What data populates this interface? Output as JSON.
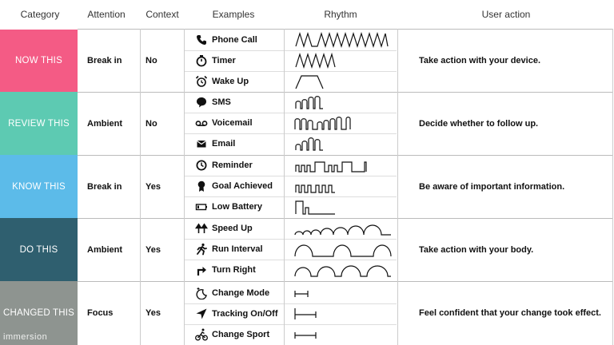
{
  "headers": {
    "category": "Category",
    "attention": "Attention",
    "context": "Context",
    "examples": "Examples",
    "rhythm": "Rhythm",
    "action": "User action"
  },
  "groups": [
    {
      "category": "NOW THIS",
      "color": "#f45b85",
      "attention": "Break in",
      "context": "No",
      "action": "Take action with your device.",
      "items": [
        {
          "label": "Phone Call",
          "icon": "phone-icon"
        },
        {
          "label": "Timer",
          "icon": "timer-icon"
        },
        {
          "label": "Wake Up",
          "icon": "alarm-clock-icon"
        }
      ]
    },
    {
      "category": "REVIEW THIS",
      "color": "#5dcab2",
      "attention": "Ambient",
      "context": "No",
      "action": "Decide whether to follow up.",
      "items": [
        {
          "label": "SMS",
          "icon": "chat-bubble-icon"
        },
        {
          "label": "Voicemail",
          "icon": "voicemail-icon"
        },
        {
          "label": "Email",
          "icon": "envelope-icon"
        }
      ]
    },
    {
      "category": "KNOW THIS",
      "color": "#5cbbe9",
      "attention": "Break in",
      "context": "Yes",
      "action": "Be aware of important information.",
      "items": [
        {
          "label": "Reminder",
          "icon": "clock-icon"
        },
        {
          "label": "Goal Achieved",
          "icon": "medal-icon"
        },
        {
          "label": "Low Battery",
          "icon": "battery-low-icon"
        }
      ]
    },
    {
      "category": "DO THIS",
      "color": "#2f5f6f",
      "attention": "Ambient",
      "context": "Yes",
      "action": "Take action with your body.",
      "items": [
        {
          "label": "Speed Up",
          "icon": "double-arrow-up-icon"
        },
        {
          "label": "Run Interval",
          "icon": "runner-icon"
        },
        {
          "label": "Turn Right",
          "icon": "turn-right-icon"
        }
      ]
    },
    {
      "category": "CHANGED THIS",
      "color": "#8e9490",
      "attention": "Focus",
      "context": "Yes",
      "action": "Feel confident that your change took effect.",
      "items": [
        {
          "label": "Change Mode",
          "icon": "moon-sparkle-icon"
        },
        {
          "label": "Tracking On/Off",
          "icon": "navigation-arrow-icon"
        },
        {
          "label": "Change Sport",
          "icon": "cyclist-icon"
        }
      ]
    }
  ],
  "watermark": "immersion"
}
